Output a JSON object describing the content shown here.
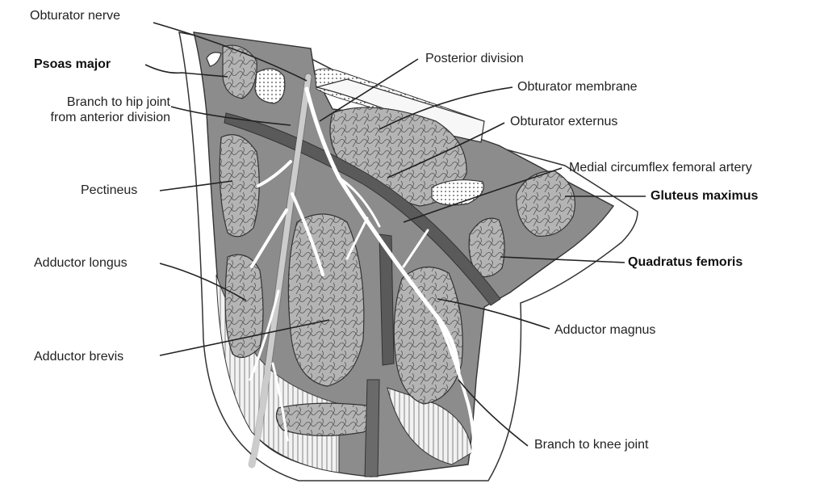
{
  "labels": {
    "obturator_nerve": "Obturator nerve",
    "psoas_major": "Psoas major",
    "branch_hip_line1": "Branch to hip joint",
    "branch_hip_line2": "from anterior division",
    "pectineus": "Pectineus",
    "adductor_longus": "Adductor longus",
    "adductor_brevis": "Adductor brevis",
    "posterior_division": "Posterior division",
    "obturator_membrane": "Obturator membrane",
    "obturator_externus": "Obturator externus",
    "medial_circumflex": "Medial circumflex femoral artery",
    "gluteus_maximus": "Gluteus maximus",
    "quadratus_femoris": "Quadratus femoris",
    "adductor_magnus": "Adductor magnus",
    "branch_knee": "Branch to knee joint"
  },
  "colors": {
    "tissue": "#8c8c8c",
    "muscle": "#b4b4b4",
    "nerve": "#ffffff",
    "outline": "#333333",
    "text": "#222222",
    "bone": "#f5f5f5"
  }
}
